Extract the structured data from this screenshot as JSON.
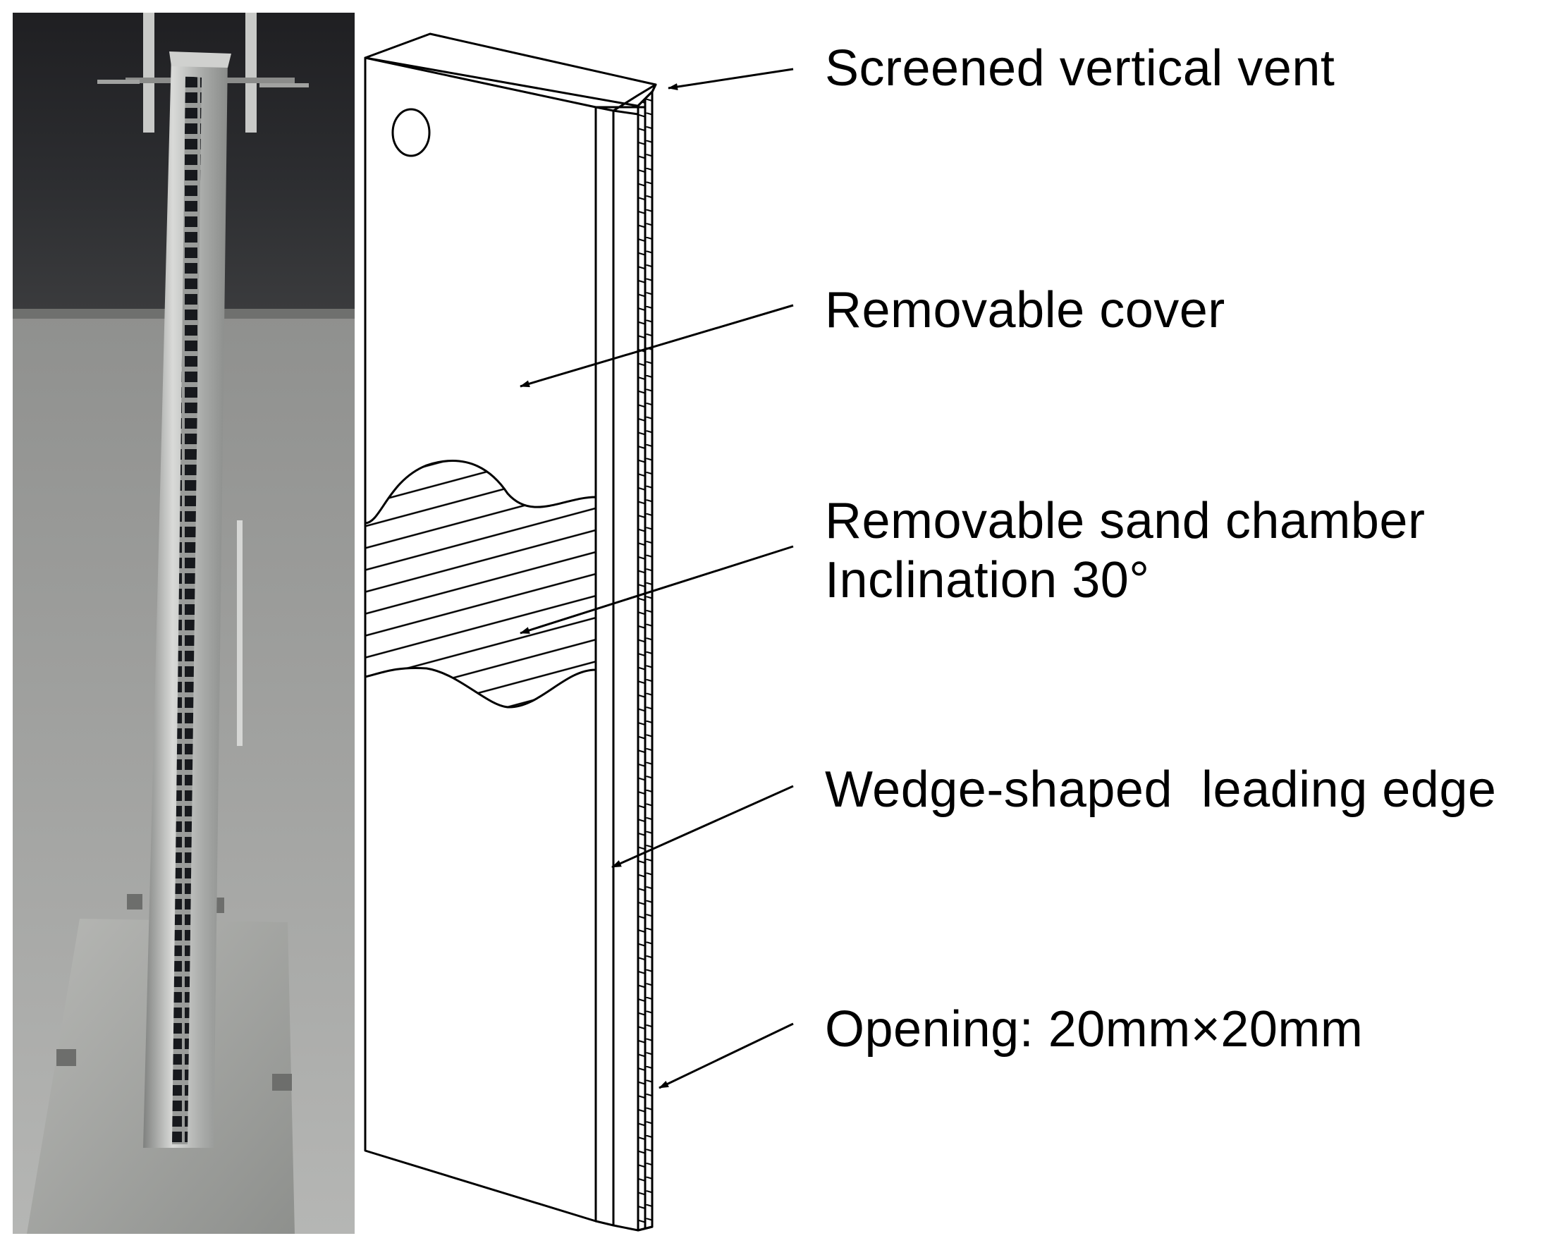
{
  "callouts": {
    "vent": "Screened vertical vent",
    "cover": "Removable cover",
    "chamber": "Removable sand chamber",
    "inclination": "Inclination 30°",
    "edge": "Wedge-shaped  leading edge",
    "opening": "Opening: 20mm×20mm"
  },
  "colors": {
    "line": "#000000",
    "background": "#ffffff",
    "photo_wall": "#2a2a2c",
    "photo_floor": "#9b9c9a",
    "photo_metal": "#b8b9b7",
    "photo_slots": "#1b1d22"
  }
}
